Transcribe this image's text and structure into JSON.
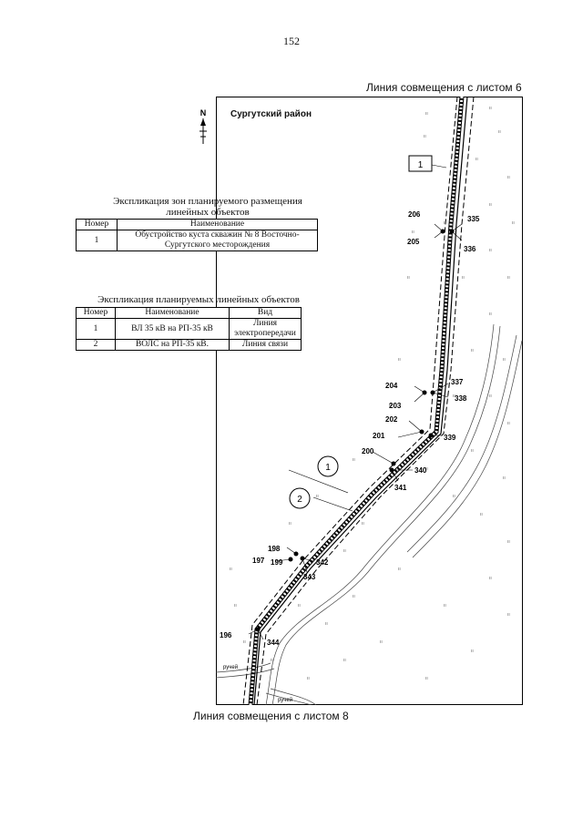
{
  "page_number": "152",
  "match_line_top": "Линия совмещения с листом 6",
  "match_line_bottom": "Линия совмещения с листом 8",
  "district_label": "Сургутский район",
  "north_label": "N",
  "zones_table": {
    "title_line1": "Экспликация зон планируемого размещения",
    "title_line2": "линейных объектов",
    "headers": [
      "Номер",
      "Наименование"
    ],
    "rows": [
      {
        "number": "1",
        "name_line1": "Обустройство куста скважин № 8 Восточно-",
        "name_line2": "Сургутского месторождения"
      }
    ]
  },
  "objects_table": {
    "title": "Экспликация планируемых линейных объектов",
    "headers": [
      "Номер",
      "Наименование",
      "Вид"
    ],
    "rows": [
      {
        "number": "1",
        "name": "ВЛ 35 кВ на РП-35 кВ",
        "kind_line1": "Линия",
        "kind_line2": "электропередачи"
      },
      {
        "number": "2",
        "name": "ВОЛС на РП-35 кВ.",
        "kind_line1": "Линия связи",
        "kind_line2": ""
      }
    ]
  },
  "map_labels": {
    "zone_box": "1",
    "circle_1": "1",
    "circle_2": "2",
    "stream": "ручей",
    "points": [
      "206",
      "205",
      "335",
      "336",
      "204",
      "203",
      "337",
      "338",
      "202",
      "201",
      "339",
      "200",
      "340",
      "341",
      "199",
      "198",
      "197",
      "342",
      "343",
      "196",
      "344"
    ]
  }
}
